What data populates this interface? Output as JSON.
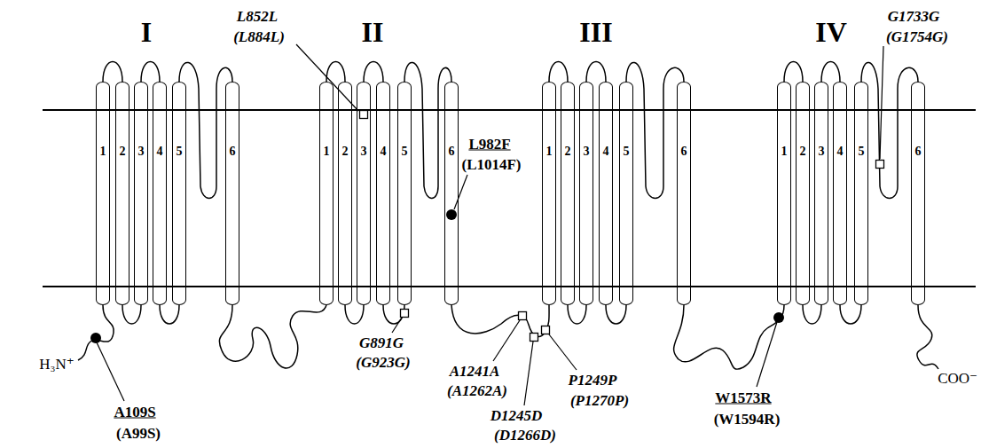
{
  "diagram": {
    "nodes": [
      {
        "text": [
          "1"
        ]
      },
      {
        "text": [
          "2"
        ]
      },
      {
        "text": [
          "3"
        ]
      },
      {
        "text": [
          "4"
        ]
      },
      {
        "text": [
          "5"
        ]
      },
      {
        "text": [
          "6"
        ]
      },
      {
        "text": [
          "1"
        ]
      },
      {
        "text": [
          "2"
        ]
      },
      {
        "text": [
          "3"
        ]
      },
      {
        "text": [
          "4"
        ]
      },
      {
        "text": [
          "5"
        ]
      },
      {
        "text": [
          "6"
        ]
      },
      {
        "text": [
          "1"
        ]
      },
      {
        "text": [
          "2"
        ]
      },
      {
        "text": [
          "3"
        ]
      },
      {
        "text": [
          "4"
        ]
      },
      {
        "text": [
          "5"
        ]
      },
      {
        "text": [
          "6"
        ]
      },
      {
        "text": [
          "1"
        ]
      },
      {
        "text": [
          "2"
        ]
      },
      {
        "text": [
          "3"
        ]
      },
      {
        "text": [
          "4"
        ]
      },
      {
        "text": [
          "5"
        ]
      },
      {
        "text": [
          "6"
        ]
      }
    ],
    "labels": [
      "I",
      "II",
      "III",
      "IV",
      "L852L",
      "(L884L)",
      "G1733G",
      "(G1754G)",
      "L982F",
      "(L1014F)",
      "A109S",
      "(A99S)",
      "G891G",
      "(G923G)",
      "A1241A",
      "(A1262A)",
      "D1245D",
      "(D1266D)",
      "P1249P",
      "(P1270P)",
      "W1573R",
      "(W1594R)",
      "H₃N⁺",
      "COO⁻"
    ]
  }
}
